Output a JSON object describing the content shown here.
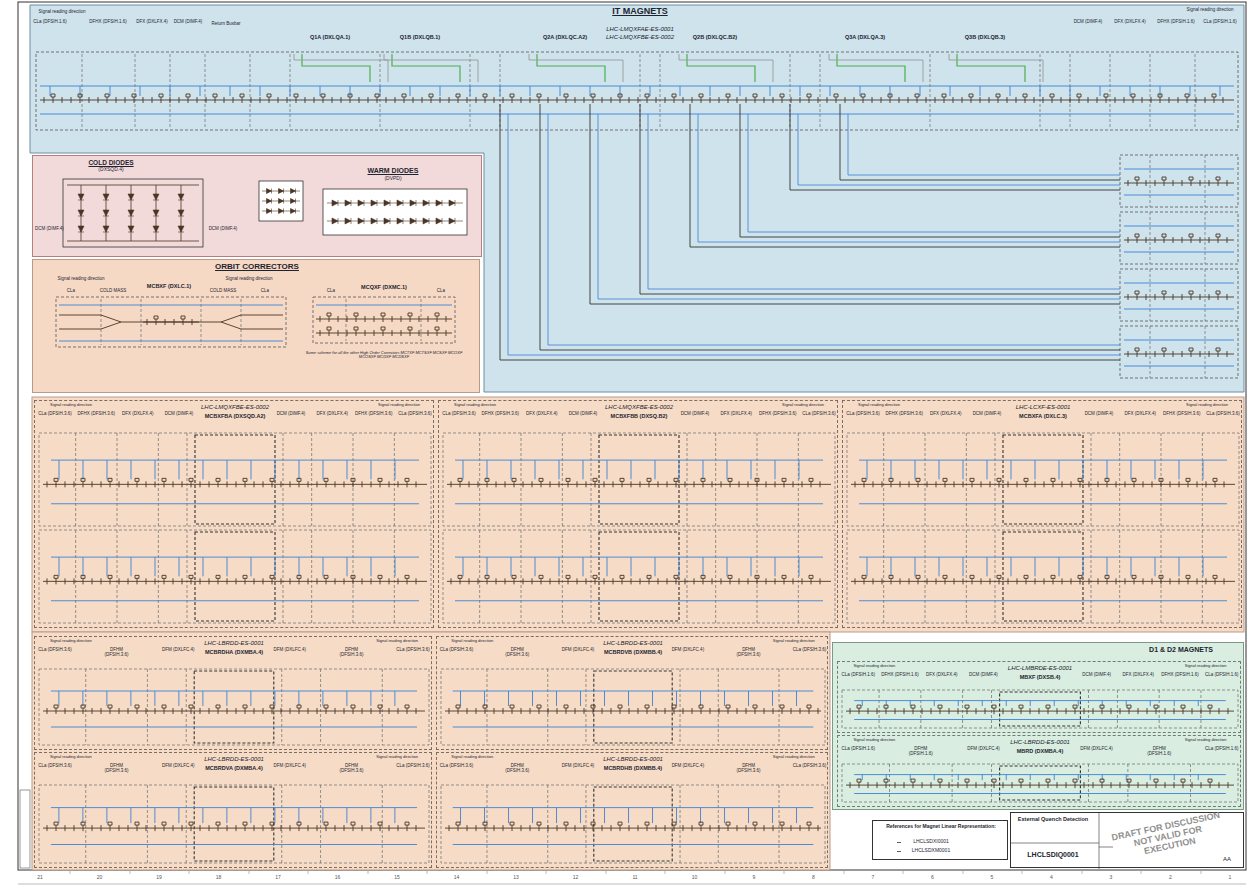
{
  "diagram": {
    "nodes": [
      {
        "text": [
          "IT MAGNETS",
          "LHC-LMQXFAE-ES-0001",
          "LHC-LMQXFBE-ES-0002",
          "Signal reading direction",
          "CLa (DFSIH.1.6)",
          "DFHX (DFSIH.1.6)",
          "DFX (DXLFX.4)",
          "DCM (DIMF.4)",
          "Return Busbar",
          "Q1A (DXLQA.1)",
          "Q1B (DXLQB.1)",
          "Q2A (DXLQC.A2)",
          "Q2B (DXLQC.B2)",
          "Q3A (DXLQA.3)",
          "Q3B (DXLQB.3)",
          "DCM (DIMF.4)",
          "DFX (DXLFX.4)",
          "DFHX (DFSIH.1.6)",
          "CLa (DFSIH.1.6)",
          "Signal reading direction"
        ]
      },
      {
        "text": [
          "COLD DIODES",
          "(DXSQD.4)",
          "WARM DIODES",
          "(DVPD)",
          "DCM (DIMF.4)",
          "DCM (DIMF.4)"
        ]
      },
      {
        "text": [
          "ORBIT CORRECTORS",
          "Signal reading direction",
          "CLa",
          "COLD MASS",
          "MCBXF (DXLC.1)",
          "COLD MASS",
          "CLa",
          "Signal reading direction",
          "MCQXF (DXMC.1)",
          "CLa",
          "CLa",
          "Same scheme for all the other High Order Correctors MCTXF MCTSXF MCSXF MCOXF MCOSXF MCDXF MCDSXF"
        ]
      },
      {
        "text": [
          "LHC-LMQXFBE-ES-0002",
          "MCBXFBA (DXSQD.A2)",
          "Signal reading direction",
          "CLa (DFSIH.3.6)",
          "DFHX (DFSIH.3.6)",
          "DFX (DXLFX.4)",
          "DCM (DIMF.4)",
          "DCM (DIMF.4)",
          "DFX (DXLFX.4)",
          "DFHX (DFSIH.3.6)",
          "CLa (DFSIH.3.6)",
          "Signal reading direction"
        ]
      },
      {
        "text": [
          "LHC-LMQXFBE-ES-0002",
          "MCBXFBB (DXSQ.B2)",
          "Signal reading direction",
          "CLa (DFSIH.3.6)",
          "DFHX (DFSIH.3.6)",
          "DFX (DXLFX.4)",
          "DCM (DIMF.4)",
          "DCM (DIMF.4)",
          "DFX (DXLFX.4)",
          "DFHX (DFSIH.3.6)",
          "CLa (DFSIH.3.6)",
          "Signal reading direction"
        ]
      },
      {
        "text": [
          "LHC-LCXF-ES-0001",
          "MCBXFA (DXLC.3)",
          "Signal reading direction",
          "CLa (DFSIH.3.6)",
          "DFHX (DFSIH.3.6)",
          "DFX (DXLFX.4)",
          "DCM (DIMF.4)",
          "DCM (DIMF.4)",
          "DFX (DXLFX.4)",
          "DFHX (DFSIH.3.6)",
          "CLa (DFSIH.3.6)",
          "Signal reading direction"
        ]
      },
      {
        "text": [
          "LHC-LBRDD-ES-0001",
          "MCBRDHA (DXMBA.4)",
          "Signal reading direction",
          "CLa (DFSIH.3.6)",
          "DFHM (DFSIH.3.6)",
          "DFM (DXLFC.4)",
          "DFM (DXLFC.4)",
          "DFHM (DFSIH.3.6)",
          "CLa (DFSIH.3.6)",
          "Signal reading direction"
        ]
      },
      {
        "text": [
          "LHC-LBRDD-ES-0001",
          "MCBRDVB (DXMBB.4)",
          "Signal reading direction",
          "CLa (DFSIH.3.6)",
          "DFHM (DFSIH.3.6)",
          "DFM (DXLFC.4)",
          "DFM (DXLFC.4)",
          "DFHM (DFSIH.3.6)",
          "CLa (DFSIH.3.6)",
          "Signal reading direction"
        ]
      },
      {
        "text": [
          "LHC-LBRDD-ES-0001",
          "MCBRDVA (DXMBA.4)",
          "Signal reading direction",
          "CLa (DFSIH.3.6)",
          "DFHM (DFSIH.3.6)",
          "DFM (DXLFC.4)",
          "DFM (DXLFC.4)",
          "DFHM (DFSIH.3.6)",
          "CLa (DFSIH.3.6)",
          "Signal reading direction"
        ]
      },
      {
        "text": [
          "LHC-LBRDD-ES-0001",
          "MCBRDHB (DXMBB.4)",
          "Signal reading direction",
          "CLa (DFSIH.3.6)",
          "DFHM (DFSIH.3.6)",
          "DFM (DXLFC.4)",
          "DFM (DXLFC.4)",
          "DFHM (DFSIH.3.6)",
          "CLa (DFSIH.3.6)",
          "Signal reading direction"
        ]
      },
      {
        "text": [
          "D1 & D2 MAGNETS"
        ]
      },
      {
        "text": [
          "LHC-LMBRDE-ES-0001",
          "MBXF (DXSB.4)",
          "Signal reading direction",
          "CLa (DFSIH.1.6)",
          "DFHX (DFSIH.1.6)",
          "DFX (DXLFX.4)",
          "DCM (DIMF.4)",
          "DCM (DIMF.4)",
          "DFX (DXLFX.4)",
          "DFHX (DFSIH.1.6)",
          "CLa (DFSIH.1.6)",
          "Signal reading direction"
        ],
        "in": 10
      },
      {
        "text": [
          "LHC-LBRDD-ES-0001",
          "MBRD (DXMBA.4)",
          "Signal reading direction",
          "CLa (DFSIH.1.6)",
          "DFHM (DFSIH.1.6)",
          "DFM (DXLFC.4)",
          "DFM (DXLFC.4)",
          "DFHM (DFSIH.1.6)",
          "CLa (DFSIH.1.6)",
          "Signal reading direction"
        ],
        "in": 10
      },
      {
        "text": [
          "References for Magnet Linear Representation:",
          "LHCLSDXI0001",
          "LHCLSDXM0001"
        ]
      },
      {
        "text": [
          "External Quench Detection",
          "LHCLSDIQ0001",
          "AA"
        ]
      }
    ],
    "labels": [
      "DRAFT FOR DISCUSSION NOT VALID FOR EXECUTION",
      "21",
      "20",
      "19",
      "18",
      "17",
      "16",
      "15",
      "14",
      "13",
      "12",
      "11",
      "10",
      "9",
      "8",
      "7",
      "6",
      "5",
      "4",
      "3",
      "2",
      "1"
    ]
  }
}
